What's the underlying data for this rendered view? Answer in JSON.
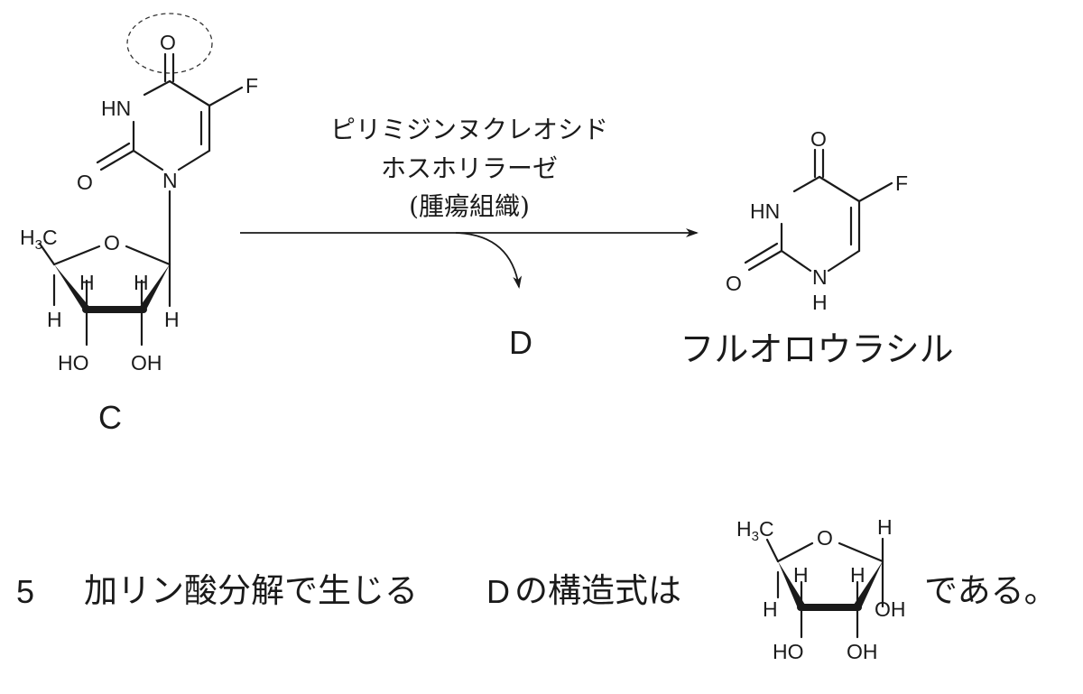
{
  "compound_c": {
    "label": "C",
    "atoms": {
      "o_top": "O",
      "nh": "HN",
      "f": "F",
      "o_left": "O",
      "n": "N",
      "ch3_main": "H",
      "ch3_sub": "3",
      "ch3_c": "C",
      "o_ring": "O",
      "h1": "H",
      "h2": "H",
      "h3": "H",
      "h4": "H",
      "oh1": "HO",
      "oh2": "OH"
    }
  },
  "reaction": {
    "enzyme_line1": "ピリミジンヌクレオシド",
    "enzyme_line2": "ホスホリラーゼ",
    "enzyme_line3": "(腫瘍組織)",
    "byproduct_label": "D"
  },
  "product": {
    "name": "フルオロウラシル",
    "atoms": {
      "o_top": "O",
      "nh": "HN",
      "f": "F",
      "o_left": "O",
      "n_bottom": "N",
      "h_bottom": "H"
    }
  },
  "statement": {
    "number": "5",
    "text_before": "加リン酸分解で生じる",
    "text_d": "D",
    "text_after": "の構造式は",
    "text_end": "である。"
  },
  "structure_d": {
    "atoms": {
      "ch3_main": "H",
      "ch3_sub": "3",
      "ch3_c": "C",
      "o_ring": "O",
      "h_right": "H",
      "h1": "H",
      "h2": "H",
      "h3": "H",
      "oh_right": "OH",
      "ho_bottom": "HO",
      "oh_bottom": "OH"
    }
  }
}
